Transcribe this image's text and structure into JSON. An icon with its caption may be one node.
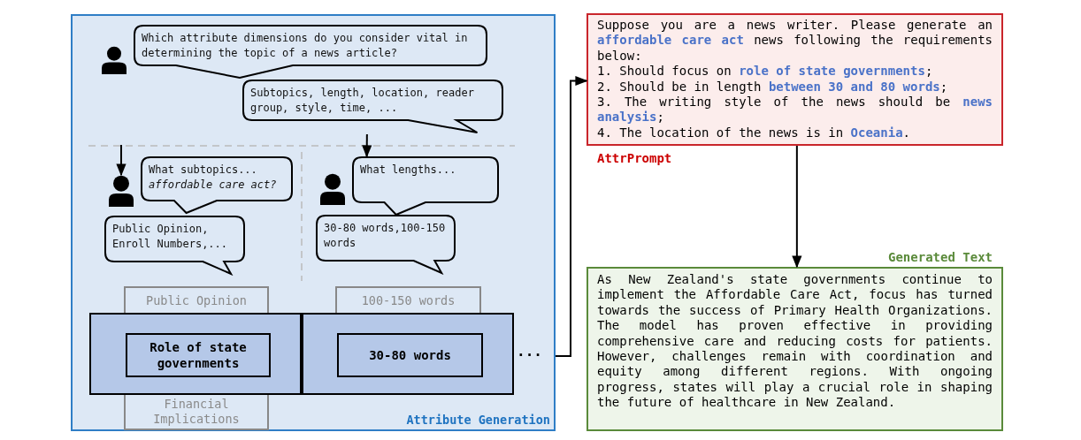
{
  "diagram": {
    "nodes": [
      {
        "text": [
          "Attribute Generation"
        ]
      },
      {
        "text": [],
        "shape": "person",
        "in": 0
      },
      {
        "text": [
          "Which attribute dimensions do you consider vital in determining the topic of a news article?"
        ],
        "in": 0
      },
      {
        "text": [
          "Subtopics, length, location, reader group, style, time, ..."
        ],
        "in": 0
      },
      {
        "text": [],
        "shape": "person",
        "in": 0
      },
      {
        "text": [
          "What subtopics... *affordable care act?*"
        ],
        "in": 0
      },
      {
        "text": [
          "Public Opinion, Enroll Numbers,..."
        ],
        "in": 0
      },
      {
        "text": [],
        "shape": "person",
        "in": 0
      },
      {
        "text": [
          "What lengths..."
        ],
        "in": 0
      },
      {
        "text": [
          "30-80 words,100-150 words"
        ],
        "in": 0
      },
      {
        "text": [
          "Public Opinion"
        ],
        "in": 0
      },
      {
        "text": [
          "100-150 words"
        ],
        "in": 0
      },
      {
        "text": [],
        "shape": "box",
        "in": 0
      },
      {
        "text": [
          "Role of state governments"
        ],
        "in": 12
      },
      {
        "text": [],
        "shape": "box",
        "in": 0
      },
      {
        "text": [
          "30-80 words"
        ],
        "in": 14
      },
      {
        "text": [
          "Financial Implications"
        ],
        "in": 0
      },
      {
        "text": [
          "Suppose you are a news writer. Please generate an **affordable care act** news following the requirements below:",
          "1. Should focus on **role of state governments**;",
          "2. Should be in length **between 30 and 80 words**;",
          "3. The writing style of the news should be **news analysis**;",
          "4. The location of the news is in **Oceania**.",
          "AttrPrompt"
        ]
      },
      {
        "text": [
          "Generated Text",
          "As New Zealand's state governments continue to implement the Affordable Care Act, focus has turned towards the success of Primary Health Organizations. The model has proven effective in providing comprehensive care and reducing costs for patients. However, challenges remain with coordination and equity among different regions. With ongoing progress, states will play a crucial role in shaping the future of healthcare in New Zealand."
        ]
      }
    ],
    "edges": [
      {
        "from": null,
        "to": 4,
        "arrow": "to"
      },
      {
        "from": 3,
        "to": 8,
        "arrow": "to"
      },
      {
        "from": 0,
        "to": 17,
        "arrow": "to"
      },
      {
        "from": 17,
        "to": 18,
        "arrow": "to"
      }
    ],
    "labels": [
      "..."
    ]
  }
}
